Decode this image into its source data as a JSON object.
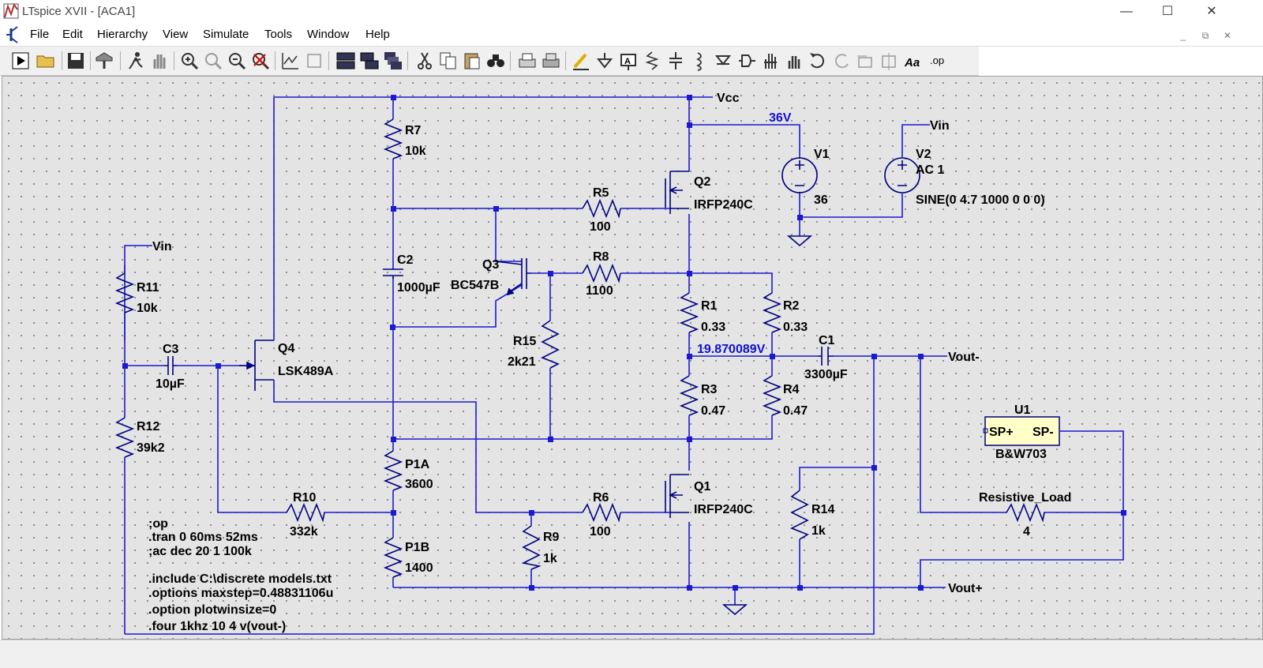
{
  "window": {
    "title": "LTspice XVII - [ACA1]",
    "controls": {
      "minimize": "—",
      "maximize": "☐",
      "close": "✕"
    }
  },
  "menu": {
    "items": [
      "File",
      "Edit",
      "Hierarchy",
      "View",
      "Simulate",
      "Tools",
      "Window",
      "Help"
    ],
    "mdi": {
      "minimize": "_",
      "restore": "⧉",
      "close": "✕"
    }
  },
  "toolbar": {
    "icons": [
      "run-icon",
      "open-icon",
      "save-icon",
      "control-panel-icon",
      "halt-icon",
      "pan-icon",
      "zoom-in-icon",
      "zoom-rubber-icon",
      "zoom-out-icon",
      "zoom-fit-icon",
      "autorange-icon",
      "cursor-icon",
      "tile-h-icon",
      "tile-v-icon",
      "cascade-icon",
      "cut-icon",
      "copy-icon",
      "paste-icon",
      "find-icon",
      "print-icon",
      "print-preview-icon",
      "draw-wire-icon",
      "ground-icon",
      "label-net-icon",
      "resistor-icon",
      "capacitor-icon",
      "inductor-icon",
      "diode-icon",
      "component-icon",
      "move-icon",
      "drag-icon",
      "undo-icon",
      "redo-icon",
      "rotate-icon",
      "mirror-icon",
      "text-icon",
      "spice-directive-icon"
    ],
    "op_label": ".op",
    "text_label": "Aa"
  },
  "schematic": {
    "net_labels": {
      "vcc": "Vcc",
      "vin1": "Vin",
      "vin2": "Vin",
      "vout_minus": "Vout-",
      "vout_plus": "Vout+"
    },
    "voltages": {
      "supply": "36V",
      "output_node": "19.870089V"
    },
    "components": {
      "R7": {
        "name": "R7",
        "value": "10k"
      },
      "R5": {
        "name": "R5",
        "value": "100"
      },
      "Q2": {
        "name": "Q2",
        "model": "IRFP240C"
      },
      "V1": {
        "name": "V1",
        "value": "36"
      },
      "V2": {
        "name": "V2",
        "ac": "AC 1",
        "value": "SINE(0 4.7 1000 0 0 0)"
      },
      "C2": {
        "name": "C2",
        "value": "1000µF"
      },
      "Q3": {
        "name": "Q3",
        "model": "BC547B"
      },
      "R8": {
        "name": "R8",
        "value": "1100"
      },
      "R11": {
        "name": "R11",
        "value": "10k"
      },
      "R1": {
        "name": "R1",
        "value": "0.33"
      },
      "R2": {
        "name": "R2",
        "value": "0.33"
      },
      "R15": {
        "name": "R15",
        "value": "2k21"
      },
      "C3": {
        "name": "C3",
        "value": "10µF"
      },
      "Q4": {
        "name": "Q4",
        "model": "LSK489A"
      },
      "C1": {
        "name": "C1",
        "value": "3300µF"
      },
      "R3": {
        "name": "R3",
        "value": "0.47"
      },
      "R4": {
        "name": "R4",
        "value": "0.47"
      },
      "U1": {
        "name": "U1",
        "pin_plus": "SP+",
        "pin_minus": "SP-",
        "model": "B&W703"
      },
      "R12": {
        "name": "R12",
        "value": "39k2"
      },
      "P1A": {
        "name": "P1A",
        "value": "3600"
      },
      "Q1": {
        "name": "Q1",
        "model": "IRFP240C"
      },
      "R10": {
        "name": "R10",
        "value": "332k"
      },
      "R6": {
        "name": "R6",
        "value": "100"
      },
      "R14": {
        "name": "R14",
        "value": "1k"
      },
      "Resistive_Load": {
        "name": "Resistive_Load",
        "value": "4"
      },
      "P1B": {
        "name": "P1B",
        "value": "1400"
      },
      "R9": {
        "name": "R9",
        "value": "1k"
      }
    },
    "directives": [
      ";op",
      ".tran 0 60ms 52ms",
      ";ac dec 20 1 100k",
      ".include C:\\discrete models.txt",
      ".options maxstep=0.48831106u",
      ".option plotwinsize=0",
      ".four 1khz 10 4 v(vout-)"
    ]
  },
  "colors": {
    "wire": "#1a1ad0",
    "component": "#000080",
    "voltage_text": "#1010d0",
    "canvas": "#e4e4e4",
    "u1_fill": "#ffffc8"
  }
}
